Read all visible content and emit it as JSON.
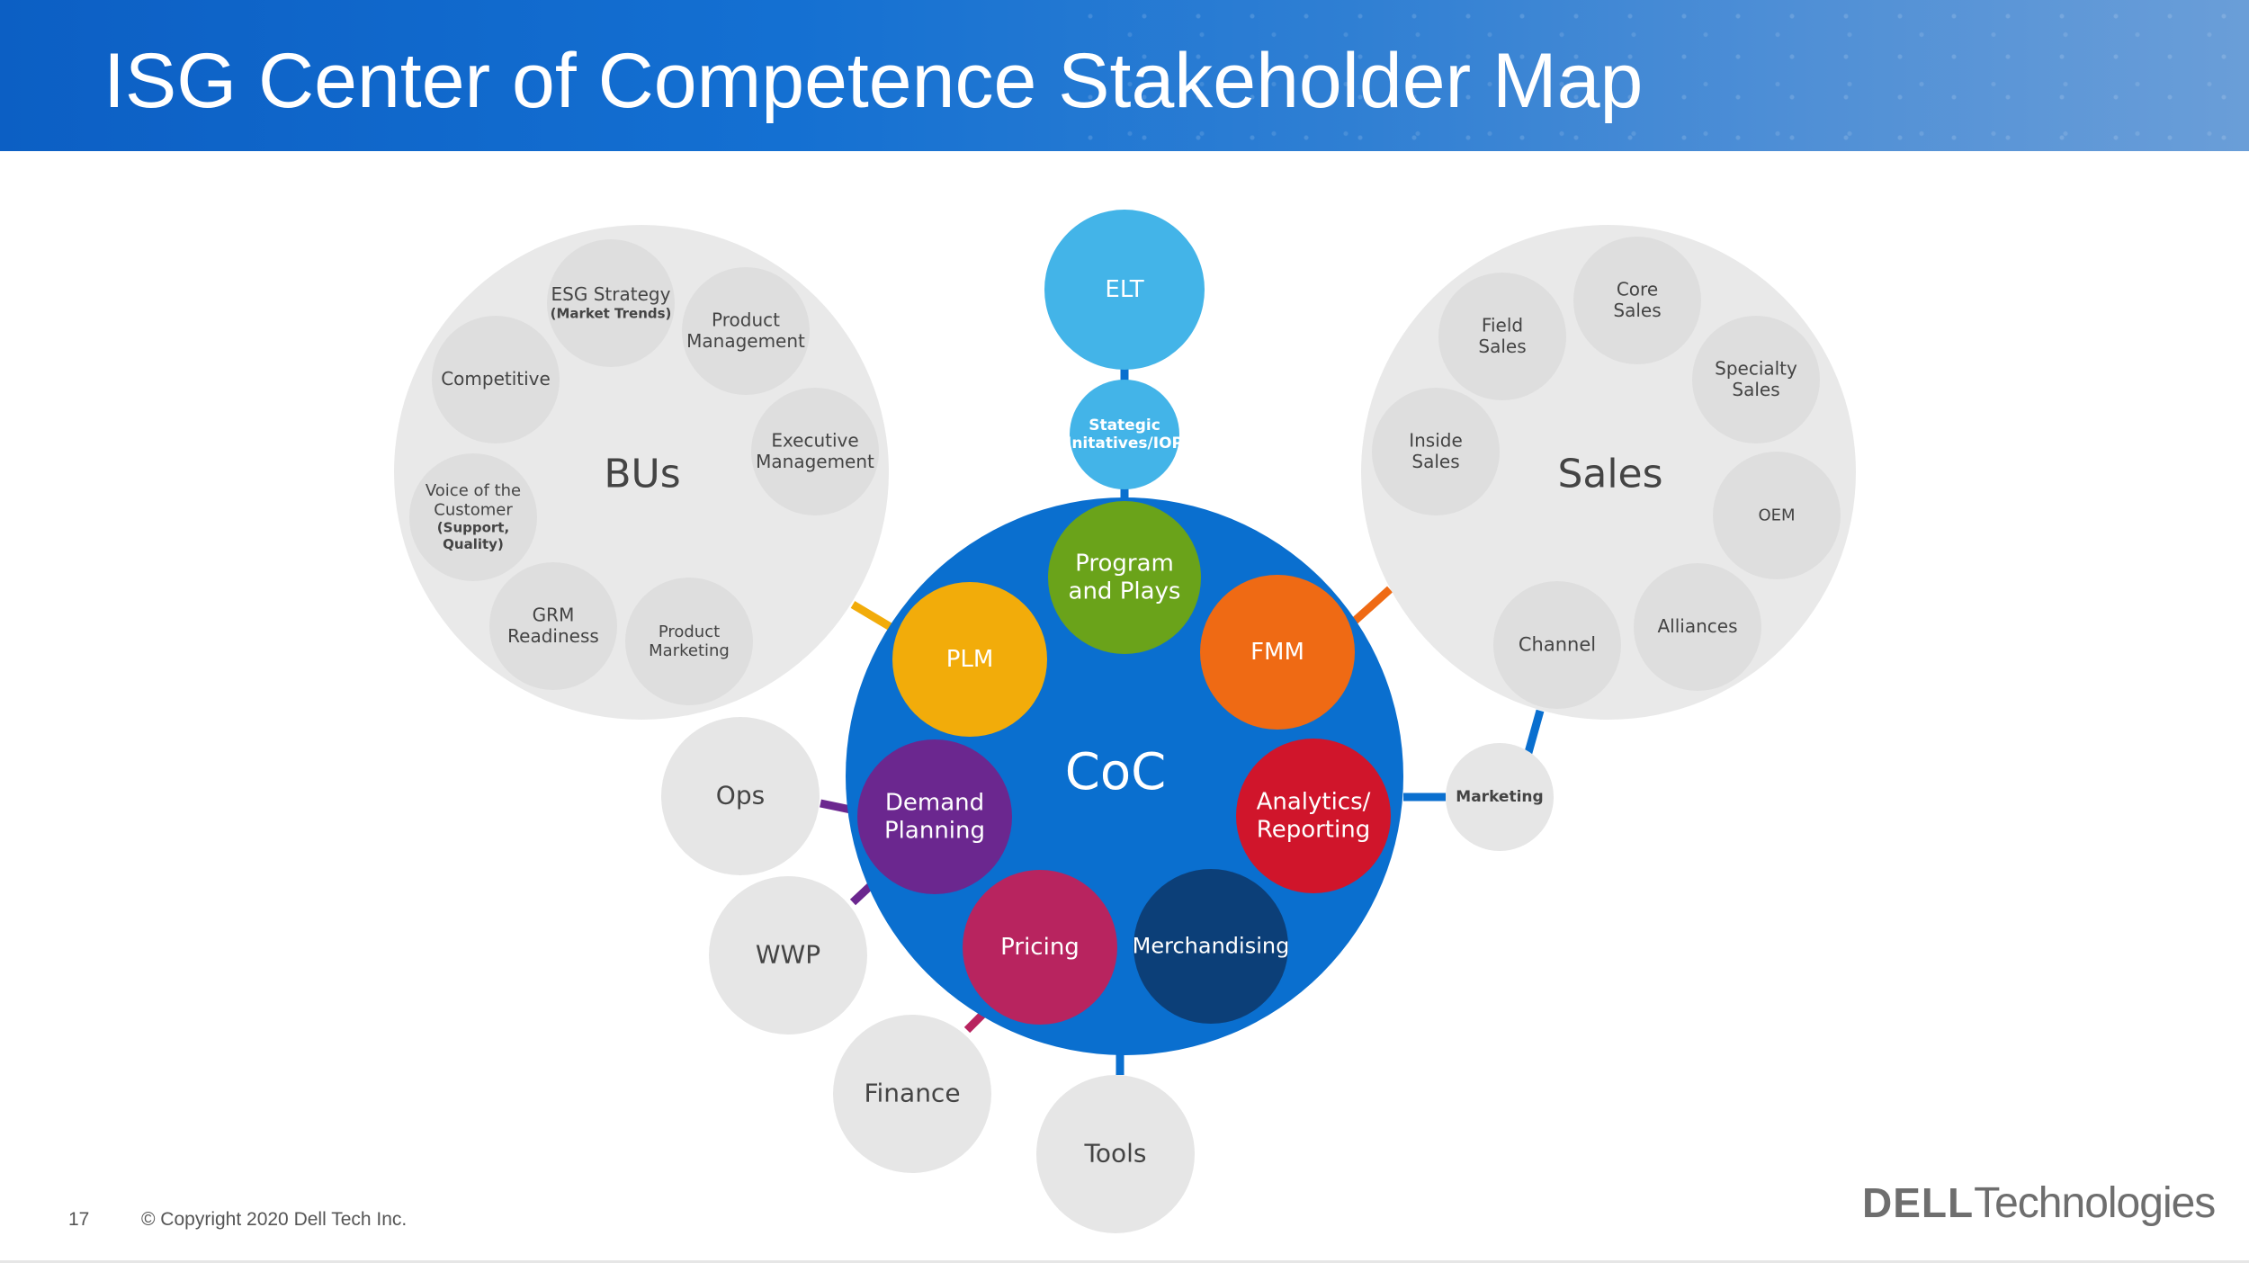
{
  "title": "ISG Center of Competence Stakeholder Map",
  "center": {
    "label": "CoC",
    "color": "#0a6fcf"
  },
  "core_nodes": [
    {
      "id": "program",
      "lines": [
        "Program",
        "and Plays"
      ],
      "color": "#6aa31a"
    },
    {
      "id": "fmm",
      "lines": [
        "FMM"
      ],
      "color": "#ef6a14"
    },
    {
      "id": "analytics",
      "lines": [
        "Analytics/",
        "Reporting"
      ],
      "color": "#d0152b"
    },
    {
      "id": "merchandising",
      "lines": [
        "Merchandising"
      ],
      "color": "#0c3f78"
    },
    {
      "id": "pricing",
      "lines": [
        "Pricing"
      ],
      "color": "#b8245f"
    },
    {
      "id": "demand",
      "lines": [
        "Demand",
        "Planning"
      ],
      "color": "#6b278f"
    },
    {
      "id": "plm",
      "lines": [
        "PLM"
      ],
      "color": "#f2ac0a"
    }
  ],
  "elt": {
    "lines": [
      "ELT"
    ],
    "color": "#43b4e8"
  },
  "strategic": {
    "lines": [
      "Stategic",
      "Initatives/IOP"
    ],
    "color": "#43b4e8"
  },
  "groups": [
    {
      "id": "bus",
      "label": "BUs",
      "members": [
        {
          "lines": [
            "ESG Strategy"
          ],
          "sub": [
            "(Market Trends)"
          ]
        },
        {
          "lines": [
            "Product",
            "Management"
          ]
        },
        {
          "lines": [
            "Competitive"
          ]
        },
        {
          "lines": [
            "Executive",
            "Management"
          ]
        },
        {
          "lines": [
            "Voice of the",
            "Customer"
          ],
          "sub": [
            "(Support,",
            "Quality)"
          ]
        },
        {
          "lines": [
            "GRM",
            "Readiness"
          ]
        },
        {
          "lines": [
            "Product",
            "Marketing"
          ]
        }
      ]
    },
    {
      "id": "sales",
      "label": "Sales",
      "members": [
        {
          "lines": [
            "Core",
            "Sales"
          ]
        },
        {
          "lines": [
            "Field",
            "Sales"
          ]
        },
        {
          "lines": [
            "Specialty",
            "Sales"
          ]
        },
        {
          "lines": [
            "Inside",
            "Sales"
          ]
        },
        {
          "lines": [
            "OEM"
          ]
        },
        {
          "lines": [
            "Alliances"
          ]
        },
        {
          "lines": [
            "Channel"
          ]
        }
      ]
    }
  ],
  "satellites": [
    {
      "id": "ops",
      "lines": [
        "Ops"
      ],
      "link_color": "#6b278f"
    },
    {
      "id": "wwp",
      "lines": [
        "WWP"
      ],
      "link_color": "#6b278f"
    },
    {
      "id": "finance",
      "lines": [
        "Finance"
      ],
      "link_color": "#b8245f"
    },
    {
      "id": "tools",
      "lines": [
        "Tools"
      ],
      "link_color": "#0a6fcf"
    },
    {
      "id": "marketing",
      "lines": [
        "Marketing"
      ],
      "link_color": "#0a6fcf"
    }
  ],
  "colors": {
    "group_fill": "#e9e9e9",
    "member_fill": "#dedede",
    "gray_text": "#444444",
    "bus_link": "#f2ac0a",
    "sales_link": "#ef6a14",
    "marketing_sales_link": "#0a6fcf",
    "elt_link": "#0a6fcf"
  },
  "footer": {
    "page": "17",
    "copyright": "© Copyright 2020 Dell Tech Inc.",
    "logo_dell": "DELL",
    "logo_tech": "Technologies"
  }
}
